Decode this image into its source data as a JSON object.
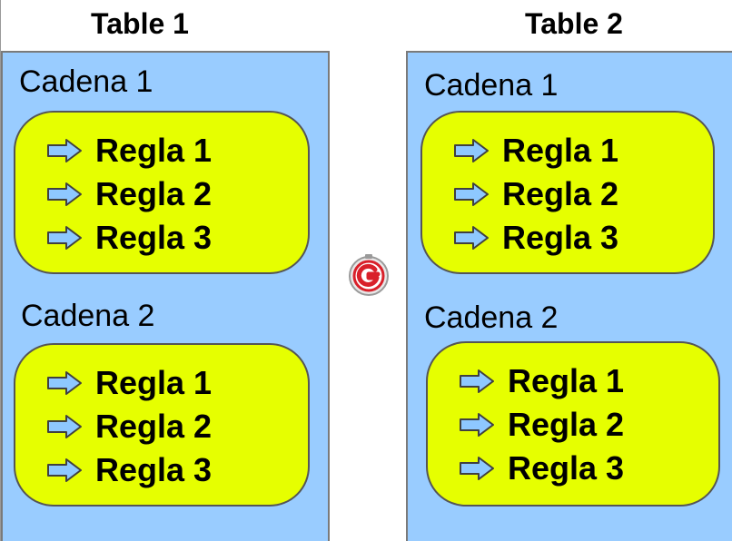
{
  "tables": [
    {
      "title": "Table 1",
      "chains": [
        {
          "label": "Cadena 1",
          "rules": [
            "Regla 1",
            "Regla 2",
            "Regla 3"
          ]
        },
        {
          "label": "Cadena 2",
          "rules": [
            "Regla 1",
            "Regla 2",
            "Regla 3"
          ]
        }
      ]
    },
    {
      "title": "Table 2",
      "chains": [
        {
          "label": "Cadena 1",
          "rules": [
            "Regla 1",
            "Regla 2",
            "Regla 3"
          ]
        },
        {
          "label": "Cadena 2",
          "rules": [
            "Regla 1",
            "Regla 2",
            "Regla 3"
          ]
        }
      ]
    }
  ],
  "colors": {
    "table_background": "#99ccff",
    "chain_background": "#e6ff00",
    "arrow_fill": "#8ec8ff",
    "logo_red": "#d9202a"
  },
  "icons": {
    "rule_marker": "arrow-right-icon",
    "center_logo": "g-logo-icon"
  }
}
